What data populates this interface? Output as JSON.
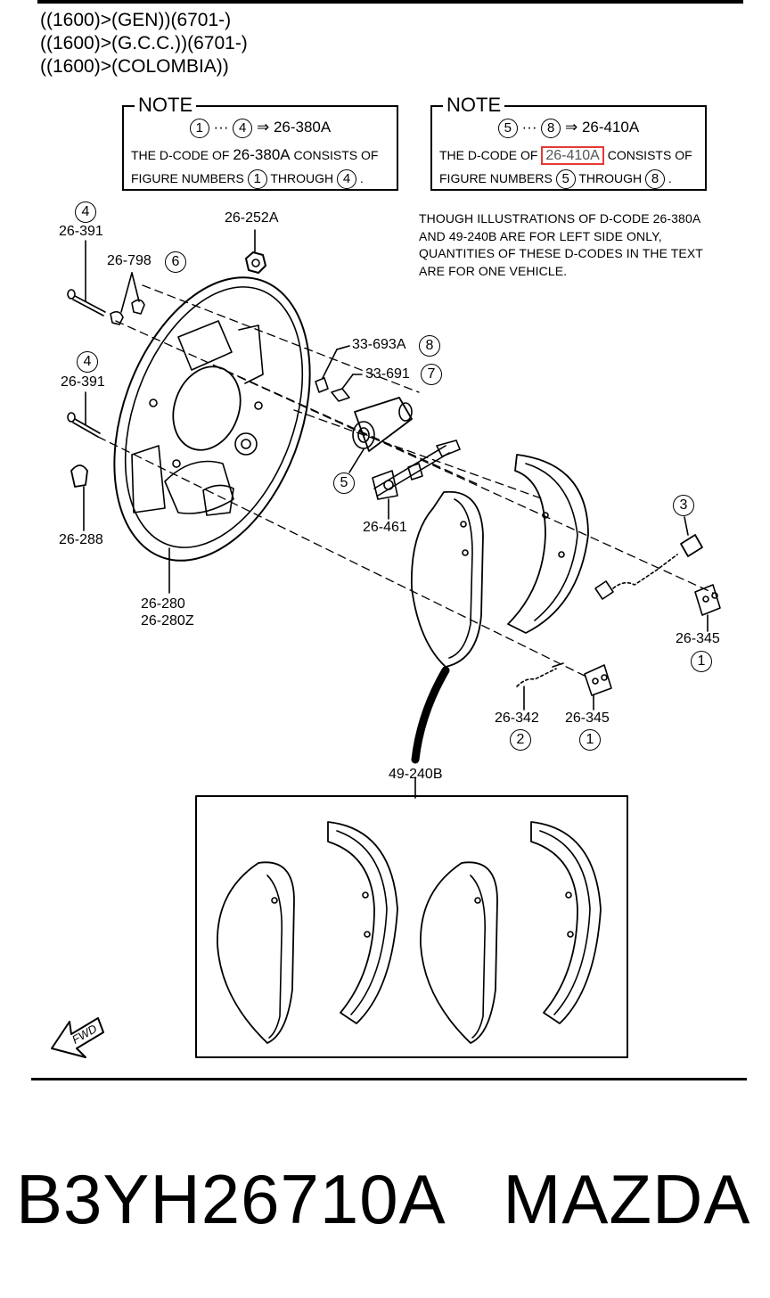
{
  "header": {
    "lines": [
      "((1600)>(GEN))(6701-)",
      "((1600)>(G.C.C.))(6701-)",
      "((1600)>(COLOMBIA))"
    ]
  },
  "note_left": {
    "title": "NOTE",
    "range_start": "1",
    "range_sep": "···",
    "range_end": "4",
    "arrow": "⇒",
    "code": "26-380A",
    "line2_pre": "THE D-CODE OF",
    "line2_code": "26-380A",
    "line2_post": "CONSISTS OF",
    "line3_pre": "FIGURE NUMBERS",
    "line3_from": "1",
    "line3_mid": "THROUGH",
    "line3_to": "4",
    "line3_end": "."
  },
  "note_right": {
    "title": "NOTE",
    "range_start": "5",
    "range_sep": "···",
    "range_end": "8",
    "arrow": "⇒",
    "code": "26-410A",
    "line2_pre": "THE D-CODE OF",
    "line2_code": "26-410A",
    "line2_post": "CONSISTS OF",
    "line3_pre": "FIGURE NUMBERS",
    "line3_from": "5",
    "line3_mid": "THROUGH",
    "line3_to": "8",
    "line3_end": "."
  },
  "disclaimer": [
    "THOUGH ILLUSTRATIONS OF D-CODE 26-380A",
    "AND 49-240B ARE FOR LEFT SIDE ONLY,",
    "QUANTITIES OF THESE D-CODES IN THE TEXT",
    "ARE FOR ONE VEHICLE."
  ],
  "callouts": {
    "c4a_num": "4",
    "c4a_code": "26-391",
    "c6_code": "26-798",
    "c6_num": "6",
    "c252_code": "26-252A",
    "c4b_num": "4",
    "c4b_code": "26-391",
    "c288_code": "26-288",
    "c280_code1": "26-280",
    "c280_code2": "26-280Z",
    "c8_code": "33-693A",
    "c8_num": "8",
    "c7_code": "33-691",
    "c7_num": "7",
    "c5_num": "5",
    "c461_code": "26-461",
    "c3_num": "3",
    "c345a_code": "26-345",
    "c345a_num": "1",
    "c342_code": "26-342",
    "c342_num": "2",
    "c345b_code": "26-345",
    "c345b_num": "1",
    "c240_code": "49-240B"
  },
  "fwd_label": "FWD",
  "footer": {
    "part_number": "B3YH26710A",
    "brand": "MAZDA"
  }
}
